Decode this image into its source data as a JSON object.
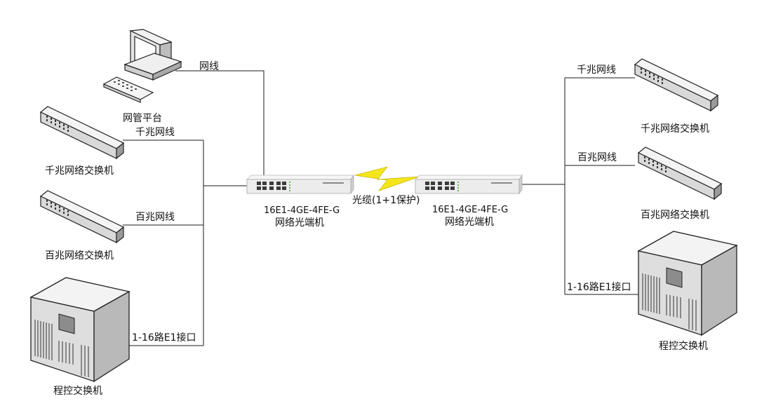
{
  "labels": {
    "nms_platform": "网管平台",
    "nms_cable": "网线",
    "left_gig_cable": "千兆网线",
    "left_gig_switch": "千兆网络交换机",
    "left_100m_cable": "百兆网线",
    "left_100m_switch": "百兆网络交换机",
    "left_e1_interface": "1-16路E1接口",
    "left_pbx": "程控交换机",
    "left_terminal_model": "16E1-4GE-4FE-G",
    "left_terminal_name": "网络光端机",
    "fiber_link": "光缆(1+1保护)",
    "right_terminal_model": "16E1-4GE-4FE-G",
    "right_terminal_name": "网络光端机",
    "right_gig_cable": "千兆网线",
    "right_gig_switch": "千兆网络交换机",
    "right_100m_cable": "百兆网线",
    "right_100m_switch": "百兆网络交换机",
    "right_e1_interface": "1-16路E1接口",
    "right_pbx": "程控交换机"
  },
  "colors": {
    "lightning": "#f5e61c",
    "device_body": "#e9e9e9",
    "wire": "#1a1a1a"
  },
  "icons": {
    "computer": "desktop-computer-icon",
    "switch": "network-switch-icon",
    "pbx": "pbx-server-cabinet-icon",
    "terminal": "optical-terminal-icon",
    "fiber": "lightning-bolt-icon"
  }
}
